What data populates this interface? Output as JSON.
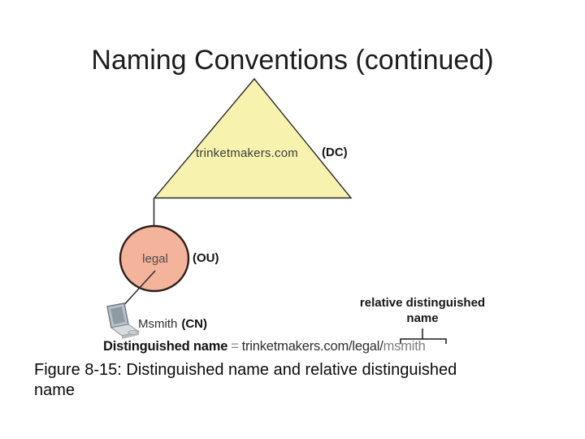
{
  "slide": {
    "title": "Naming Conventions (continued)",
    "caption": "Figure 8-15: Distinguished name and relative distinguished name"
  },
  "diagram": {
    "domain": {
      "name": "trinketmakers.com",
      "type": "(DC)",
      "fill": "#f7f3af"
    },
    "ou": {
      "name": "legal",
      "type": "(OU)",
      "fill": "#f4b49c"
    },
    "cn": {
      "name": "Msmith",
      "type": "(CN)"
    },
    "annotation": {
      "text": "relative distinguished name"
    },
    "dn": {
      "label": "Distinguished name",
      "equals": "=",
      "path": "trinketmakers.com/legal/",
      "rdn": "msmith"
    },
    "icons": {
      "computer": "laptop-computer-icon"
    }
  }
}
